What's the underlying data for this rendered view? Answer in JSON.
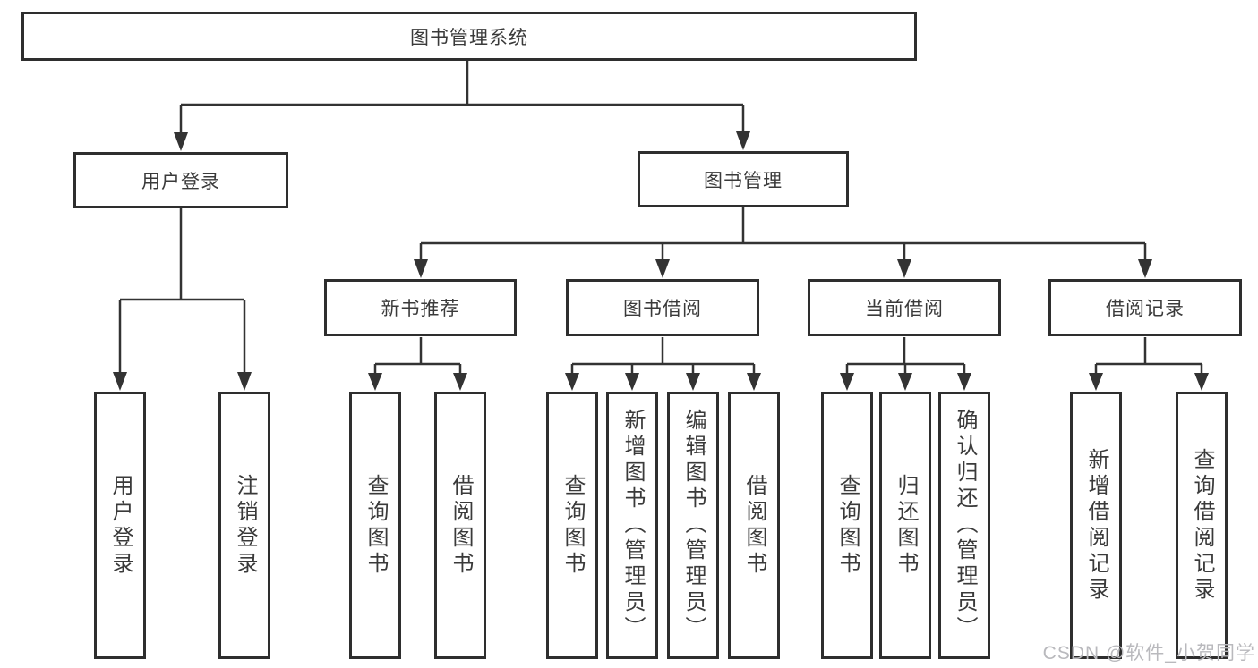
{
  "tree": {
    "root": "图书管理系统",
    "user": {
      "label": "用户登录",
      "children": [
        "用户登录",
        "注销登录"
      ]
    },
    "book": {
      "label": "图书管理",
      "modules": [
        {
          "label": "新书推荐",
          "children": [
            "查询图书",
            "借阅图书"
          ]
        },
        {
          "label": "图书借阅",
          "children": [
            "查询图书",
            "新增图书（管理员）",
            "编辑图书（管理员）",
            "借阅图书"
          ]
        },
        {
          "label": "当前借阅",
          "children": [
            "查询图书",
            "归还图书",
            "确认归还（管理员）"
          ]
        },
        {
          "label": "借阅记录",
          "children": [
            "新增借阅记录",
            "查询借阅记录"
          ]
        }
      ]
    }
  },
  "watermark": {
    "text": "CSDN @软件_小贺同学"
  },
  "colors": {
    "box_border": "#2e2e2e",
    "line": "#333333",
    "text": "#3a3a3a",
    "watermark": "#b9b9bd",
    "background": "#ffffff"
  }
}
